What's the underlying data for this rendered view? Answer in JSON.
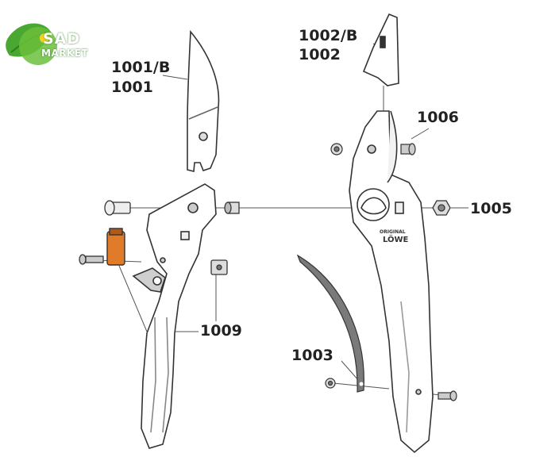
{
  "logo": {
    "line1": "SAD",
    "line2": "MARKET"
  },
  "brand": {
    "line1": "ORIGINAL",
    "line2": "LÖWE"
  },
  "parts": {
    "p1001b": "1001/B",
    "p1001": "1001",
    "p1002b": "1002/B",
    "p1002": "1002",
    "p1003": "1003",
    "p1005": "1005",
    "p1006": "1006",
    "p1009": "1009"
  },
  "colors": {
    "outline": "#333333",
    "fill": "#ffffff",
    "shade": "#e6e6e6",
    "spring": "#7a7a7a",
    "cap_orange": "#e07b2a",
    "logo_green": "#4aa832",
    "logo_yellow": "#f5d321"
  }
}
